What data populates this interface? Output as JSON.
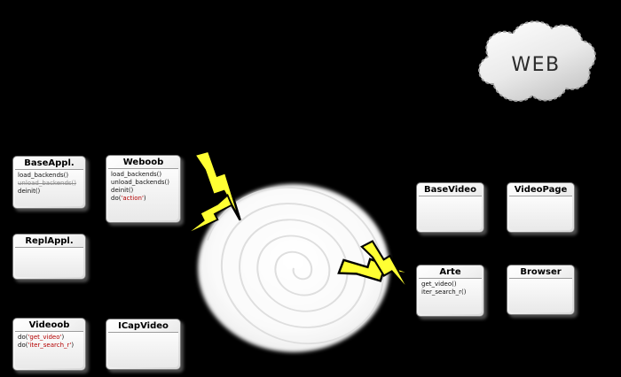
{
  "cloud": {
    "label": "WEB"
  },
  "boxes": {
    "baseappl": {
      "title": "BaseAppl.",
      "m1": "load_backends()",
      "m2": "unload_backends()",
      "m3": "deinit()"
    },
    "weboob": {
      "title": "Weboob",
      "m1": "load_backends()",
      "m2": "unload_backends()",
      "m3": "deinit()",
      "m4a": "do(",
      "m4b": "'action'",
      "m4c": ")"
    },
    "replappl": {
      "title": "ReplAppl."
    },
    "videoob": {
      "title": "Videoob",
      "m1a": "do(",
      "m1b": "'get_video'",
      "m1c": ")",
      "m2a": "do(",
      "m2b": "'iter_search_r'",
      "m2c": ")"
    },
    "icapvideo": {
      "title": "ICapVideo"
    },
    "basevideo": {
      "title": "BaseVideo"
    },
    "videopage": {
      "title": "VideoPage"
    },
    "arte": {
      "title": "Arte",
      "m1": "get_video()",
      "m2": "iter_search_r()"
    },
    "browser": {
      "title": "Browser"
    }
  },
  "colors": {
    "background": "#000000",
    "bolt_fill": "#ffff33",
    "method_red": "#b40000",
    "strike_gray": "#8f8f8f",
    "cloud_text": "#2b2b2b"
  }
}
